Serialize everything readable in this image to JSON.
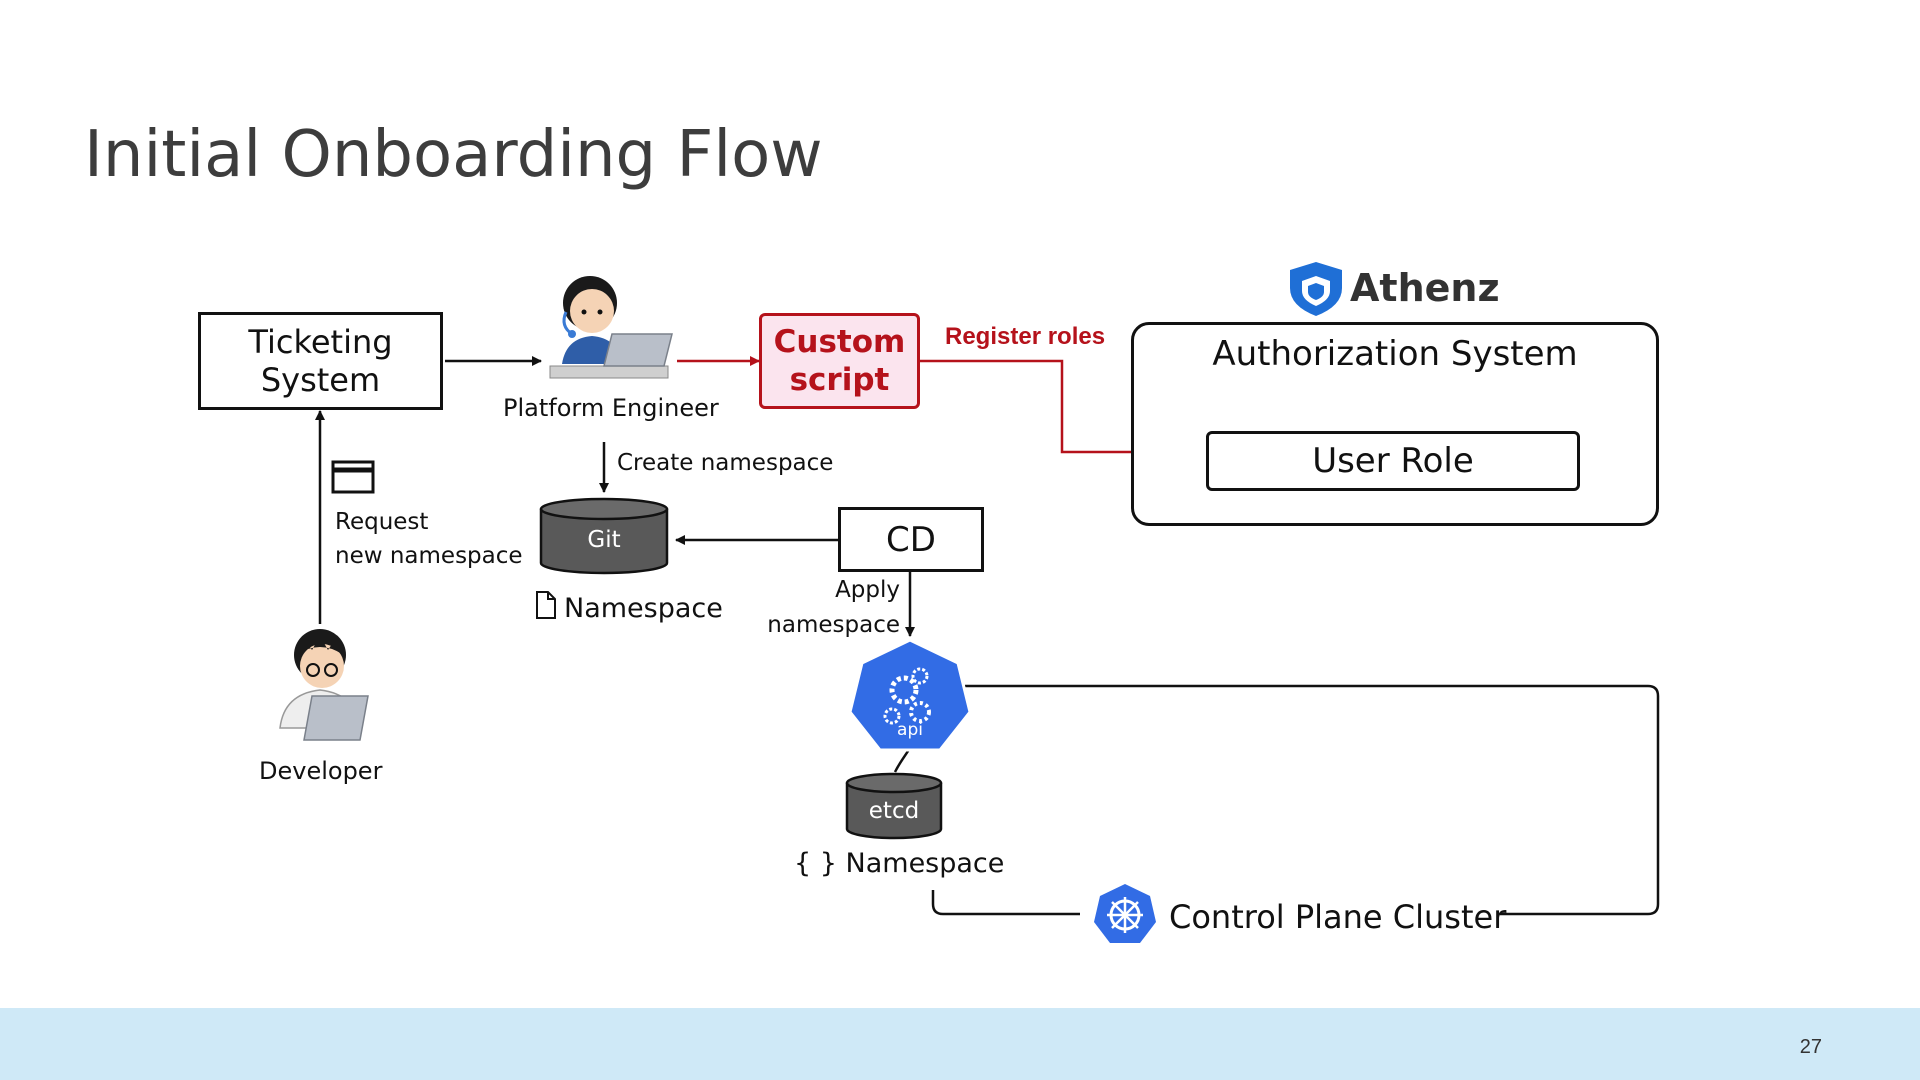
{
  "slide": {
    "title": "Initial Onboarding Flow",
    "page_number": "27"
  },
  "nodes": {
    "ticketing_line1": "Ticketing",
    "ticketing_line2": "System",
    "platform_engineer": "Platform Engineer",
    "custom_script_line1": "Custom",
    "custom_script_line2": "script",
    "athenz_logo": "Athenz",
    "authorization_system": "Authorization System",
    "user_role": "User Role",
    "git": "Git",
    "git_file": "Namespace",
    "cd": "CD",
    "api": "api",
    "etcd": "etcd",
    "etcd_namespace": "{ } Namespace",
    "developer": "Developer",
    "control_plane": "Control Plane Cluster"
  },
  "edges": {
    "register_roles": "Register roles",
    "create_namespace": "Create namespace",
    "request_line1": "Request",
    "request_line2": "new namespace",
    "apply_line1": "Apply",
    "apply_line2": "namespace"
  },
  "colors": {
    "accent_red": "#b5121b",
    "custom_script_fill": "#fbe4ee",
    "k8s_blue": "#326ce5",
    "cylinder": "#595959",
    "footer": "#cfe9f7",
    "athenz_blue": "#1f6fd6"
  }
}
